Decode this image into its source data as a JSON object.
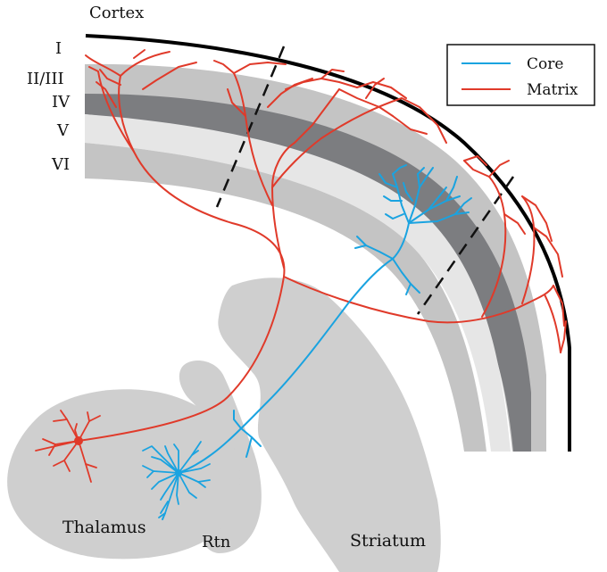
{
  "labels": {
    "cortex": "Cortex",
    "layers": [
      "I",
      "II/III",
      "IV",
      "V",
      "VI"
    ],
    "thalamus": "Thalamus",
    "rtn": "Rtn",
    "striatum": "Striatum"
  },
  "legend": {
    "entries": [
      {
        "label": "Core",
        "color": "#1aa3e0"
      },
      {
        "label": "Matrix",
        "color": "#e03a2a"
      }
    ]
  },
  "colors": {
    "core": "#1aa3e0",
    "matrix": "#e03a2a",
    "layer_light": "#e6e6e6",
    "layer_mid": "#c4c4c4",
    "layer_dark": "#7c7d80",
    "structure_gray": "#cfcfcf"
  }
}
